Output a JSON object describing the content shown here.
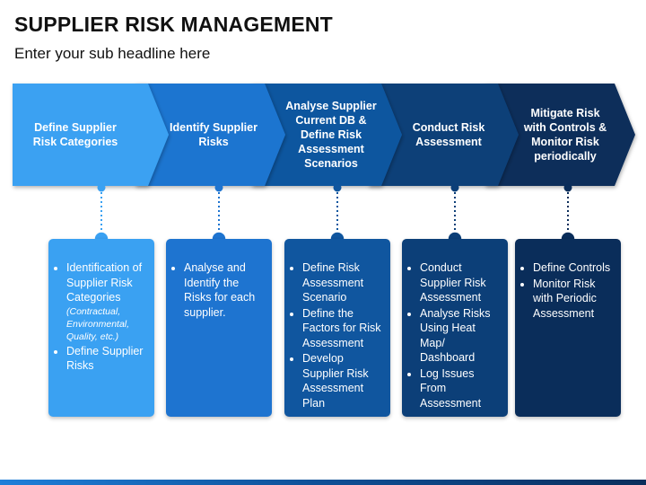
{
  "header": {
    "title": "SUPPLIER RISK MANAGEMENT",
    "subtitle": "Enter your sub headline here"
  },
  "steps": [
    {
      "label": "Define Supplier Risk Categories",
      "color": "#3aa1f2",
      "items": [
        {
          "text": "Identification of Supplier Risk Categories",
          "note": "(Contractual, Environmental, Quality, etc.)"
        },
        {
          "text": "Define Supplier Risks"
        }
      ]
    },
    {
      "label": "Identify Supplier Risks",
      "color": "#1e74d0",
      "items": [
        {
          "text": "Analyse and Identify the Risks for each supplier."
        }
      ]
    },
    {
      "label": "Analyse Supplier Current DB & Define Risk Assessment Scenarios",
      "color": "#10569f",
      "items": [
        {
          "text": "Define Risk Assessment Scenario"
        },
        {
          "text": "Define the Factors for Risk Assessment"
        },
        {
          "text": "Develop Supplier Risk Assessment Plan"
        }
      ]
    },
    {
      "label": "Conduct Risk Assessment",
      "color": "#0c3f78",
      "items": [
        {
          "text": "Conduct Supplier Risk Assessment"
        },
        {
          "text": "Analyse Risks Using Heat Map/ Dashboard"
        },
        {
          "text": "Log Issues From Assessment"
        }
      ]
    },
    {
      "label": "Mitigate Risk with Controls & Monitor Risk periodically",
      "color": "#0a2d5a",
      "items": [
        {
          "text": "Define Controls"
        },
        {
          "text": "Monitor Risk with Periodic Assessment"
        }
      ]
    }
  ]
}
